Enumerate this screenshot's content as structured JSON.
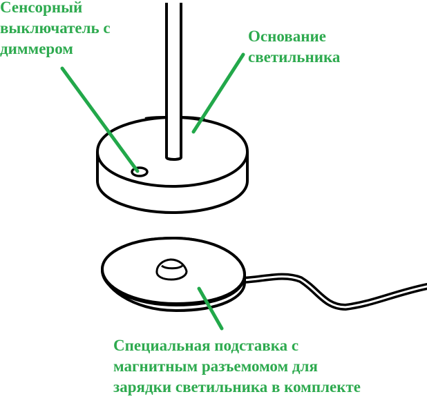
{
  "labels": {
    "touch_switch": {
      "lines": [
        "Сенсорный",
        "выключатель с",
        "диммером"
      ]
    },
    "lamp_base": {
      "lines": [
        "Основание",
        "светильника"
      ]
    },
    "charging_stand": {
      "lines": [
        "Специальная подставка с",
        "магнитным разъемомом для",
        "зарядки светильника в комплекте"
      ]
    }
  },
  "colors": {
    "label_green": "#2eaa4f",
    "line_green": "#22a84a",
    "outline": "#000000",
    "background": "#ffffff"
  },
  "icons": {
    "lamp_pole": "lamp-pole-icon",
    "lamp_base": "lamp-base-icon",
    "touch_button": "touch-button-icon",
    "charging_stand": "charging-stand-icon",
    "power_cord": "power-cord-icon"
  }
}
